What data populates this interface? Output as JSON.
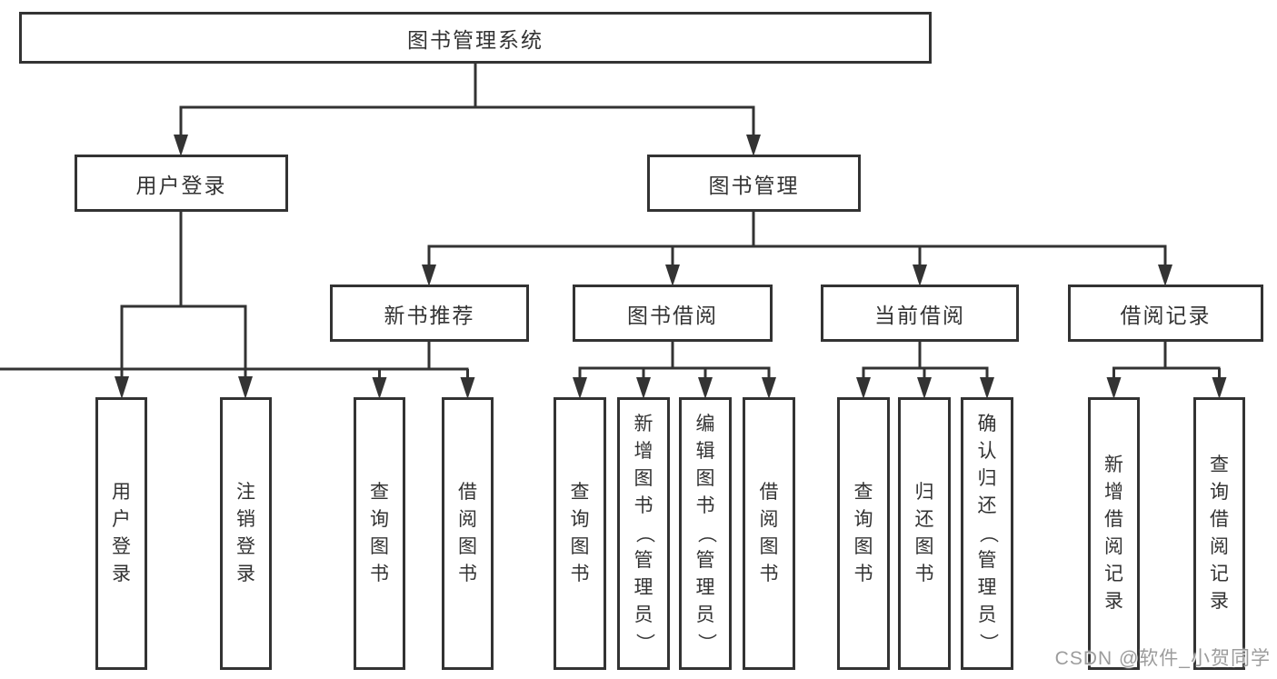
{
  "colors": {
    "line": "#333333",
    "border": "#333333",
    "text": "#333333",
    "background": "#ffffff",
    "watermark": "#9c9c9c"
  },
  "watermark": {
    "text": "CSDN @软件_小贺同学"
  },
  "tree": {
    "root": {
      "label": "图书管理系统"
    },
    "children": [
      {
        "label": "用户登录",
        "children": [
          {
            "label": "用户登录"
          },
          {
            "label": "注销登录"
          }
        ]
      },
      {
        "label": "图书管理",
        "children": [
          {
            "label": "新书推荐",
            "children": [
              {
                "label": "查询图书"
              },
              {
                "label": "借阅图书"
              }
            ]
          },
          {
            "label": "图书借阅",
            "children": [
              {
                "label": "查询图书"
              },
              {
                "label": "新增图书（管理员）"
              },
              {
                "label": "编辑图书（管理员）"
              },
              {
                "label": "借阅图书"
              }
            ]
          },
          {
            "label": "当前借阅",
            "children": [
              {
                "label": "查询图书"
              },
              {
                "label": "归还图书"
              },
              {
                "label": "确认归还（管理员）"
              }
            ]
          },
          {
            "label": "借阅记录",
            "children": [
              {
                "label": "新增借阅记录"
              },
              {
                "label": "查询借阅记录"
              }
            ]
          }
        ]
      }
    ]
  }
}
